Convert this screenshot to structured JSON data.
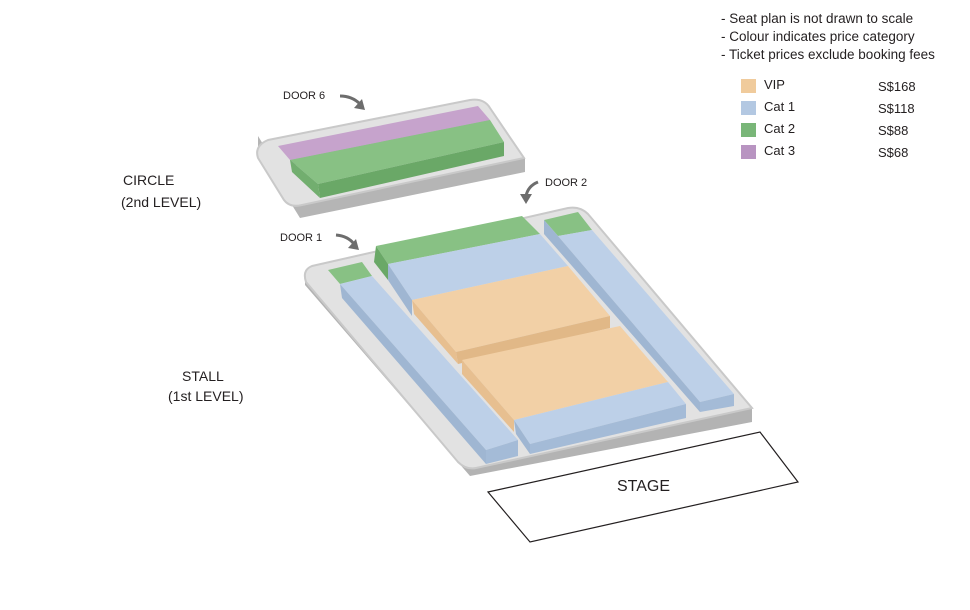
{
  "notes": [
    "- Seat plan is not drawn to scale",
    "- Colour indicates price category",
    "- Ticket prices exclude booking fees"
  ],
  "legend": [
    {
      "name": "VIP",
      "price": "S$168",
      "color": "#f0cb9c"
    },
    {
      "name": "Cat 1",
      "price": "S$118",
      "color": "#b3c8e2"
    },
    {
      "name": "Cat 2",
      "price": "S$88",
      "color": "#79b678"
    },
    {
      "name": "Cat 3",
      "price": "S$68",
      "color": "#b894c1"
    }
  ],
  "sections": {
    "circle": {
      "line1": "CIRCLE",
      "line2": "(2nd LEVEL)"
    },
    "stall": {
      "line1": "STALL",
      "line2": "(1st LEVEL)"
    }
  },
  "doors": {
    "door6": "DOOR 6",
    "door2": "DOOR 2",
    "door1": "DOOR 1"
  },
  "stage": "STAGE",
  "colors": {
    "platform": "#c6c6c6",
    "platform_top": "#e3e3e3",
    "arrow": "#6d6d6d",
    "outline": "#231f20"
  }
}
